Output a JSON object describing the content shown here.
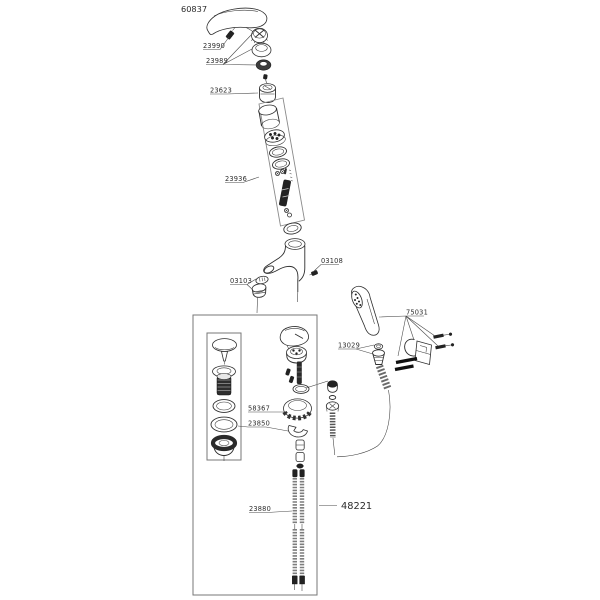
{
  "title_part_number": "60837",
  "callouts": {
    "lever_pin": "23990",
    "cap_set": "23989",
    "cartridge": "23623",
    "cartridge_parts_set": "23936",
    "body_set_screw": "03108",
    "aerator": "03103",
    "wall_bracket": "75031",
    "hose_seal_set": "13029",
    "lock_nut": "58367",
    "seal_clip_set": "23850",
    "connection_hoses": "23880",
    "drain_assembly_set": "48221"
  },
  "colors": {
    "line": "#2f2f2f",
    "leader": "#4a4a4a",
    "dark_fill": "#222222",
    "background": "#ffffff"
  }
}
